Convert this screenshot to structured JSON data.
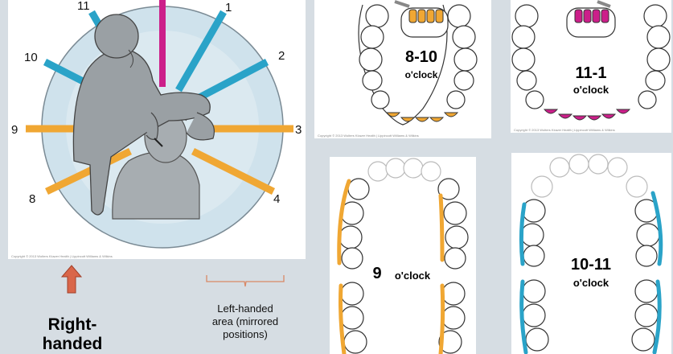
{
  "clock": {
    "labels": [
      "11",
      "1",
      "2",
      "10",
      "9",
      "3",
      "8",
      "4"
    ],
    "copyright": "Copyright © 2013 Wolters Kluwer Health | Lippincott Williams & Wilkins"
  },
  "panels": {
    "p810": {
      "time": "8-10",
      "unit": "o'clock",
      "copyright": "Copyright © 2013 Wolters Kluwer Health | Lippincott Williams & Wilkins"
    },
    "p111": {
      "time": "11-1",
      "unit": "o'clock",
      "copyright": "Copyright © 2013 Wolters Kluwer Health | Lippincott Williams & Wilkins"
    },
    "p9": {
      "time": "9",
      "unit": "o'clock"
    },
    "p1011": {
      "time": "10-11",
      "unit": "o'clock"
    }
  },
  "labels": {
    "right_handed": "Right-handed",
    "left_handed_area": "Left-handed area (mirrored positions)"
  },
  "colors": {
    "background": "#d6dde3",
    "magenta": "#cc1f8a",
    "blue": "#2aa3c8",
    "orange": "#f0a733",
    "arrow": "#d9664a",
    "bracket": "#d98866",
    "figure": "#9aa0a4",
    "circle": "#cfe2ec"
  }
}
